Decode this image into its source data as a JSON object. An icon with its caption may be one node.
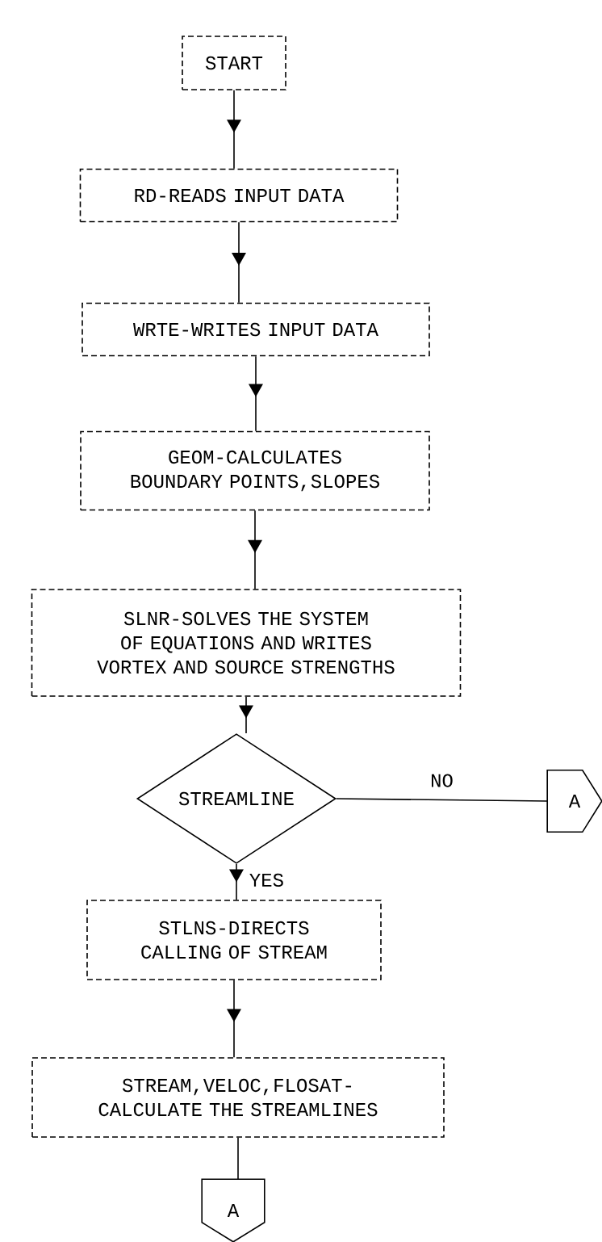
{
  "diagram": {
    "nodes": [
      {
        "text": [
          "START"
        ]
      },
      {
        "text": [
          "RD-READS INPUT DATA"
        ]
      },
      {
        "text": [
          "WRTE-WRITES INPUT DATA"
        ]
      },
      {
        "text": [
          "GEOM-CALCULATES BOUNDARY POINTS,SLOPES"
        ]
      },
      {
        "text": [
          "SLNR-SOLVES THE SYSTEM OF EQUATIONS AND WRITES VORTEX AND SOURCE STRENGTHS"
        ]
      },
      {
        "text": [
          "STREAMLINE"
        ]
      },
      {
        "text": [
          "A"
        ]
      },
      {
        "text": [
          "STLNS-DIRECTS CALLING OF STREAM"
        ]
      },
      {
        "text": [
          "STREAM,VELOC,FLOSAT- CALCULATE THE STREAMLINES"
        ]
      },
      {
        "text": [
          "A"
        ]
      }
    ],
    "edges": [
      {
        "from": 0,
        "to": 1,
        "arrow": "to"
      },
      {
        "from": 1,
        "to": 2,
        "arrow": "to"
      },
      {
        "from": 2,
        "to": 3,
        "arrow": "to"
      },
      {
        "from": 3,
        "to": 4,
        "arrow": "to"
      },
      {
        "from": 4,
        "to": 5,
        "arrow": "to"
      },
      {
        "from": 5,
        "to": 6,
        "arrow": "none",
        "label": "NO"
      },
      {
        "from": 5,
        "to": 7,
        "arrow": "to",
        "label": "YES"
      },
      {
        "from": 7,
        "to": 8,
        "arrow": "to"
      },
      {
        "from": 8,
        "to": 9,
        "arrow": "none"
      }
    ]
  }
}
